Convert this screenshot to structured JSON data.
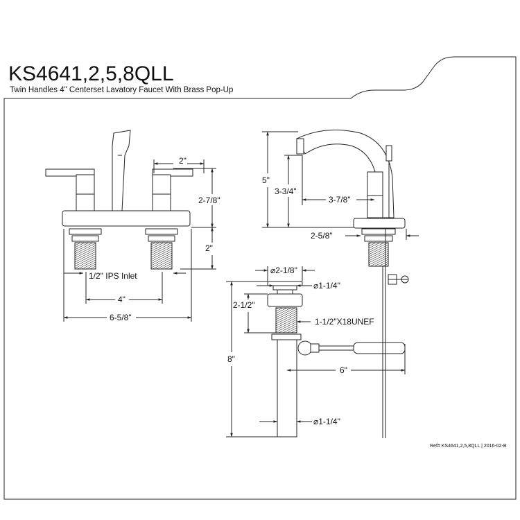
{
  "title": "KS4641,2,5,8QLL",
  "subtitle": "Twin Handles 4\" Centerset Lavatory Faucet With Brass Pop-Up",
  "front_view": {
    "handle_spacing": "2\"",
    "height": "2-7/8\"",
    "shank_length": "2\"",
    "inlet": "1/2\" IPS Inlet",
    "center": "4\"",
    "width": "6-5/8\""
  },
  "side_view": {
    "total_height": "5\"",
    "spout_height": "3-3/4\"",
    "spout_reach": "3-7/8\"",
    "base": "2-5/8\""
  },
  "popup": {
    "flange_dia": "⌀2-1/8\"",
    "tail_dia_top": "⌀1-1/4\"",
    "body_height": "2-1/2\"",
    "thread": "1-1/2\"X18UNEF",
    "total_length": "8\"",
    "rod_length": "6\"",
    "tail_dia_bottom": "⌀1-1/4\""
  },
  "reference": "Ref# KS4641,2,5,8QLL | 2016-02-B"
}
